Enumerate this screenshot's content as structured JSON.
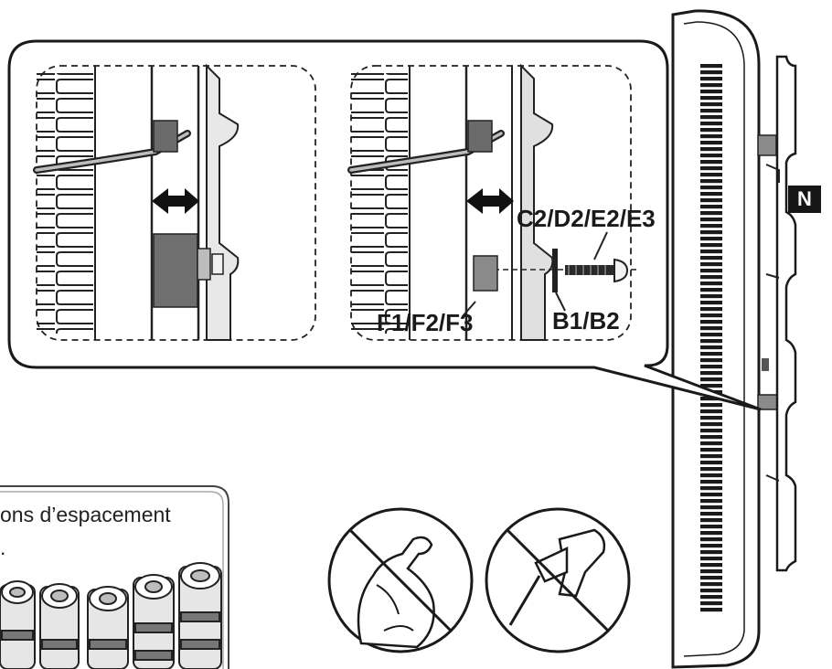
{
  "labels": {
    "screw_parts": "C2/D2/E2/E3",
    "spacer_parts": "F1/F2/F3",
    "washer_parts": "B1/B2",
    "badge": "N"
  },
  "spacer_box": {
    "title": "ons d’espacement",
    "subtitle": "."
  },
  "warnings": [
    {
      "icon": "no-excessive-force-icon"
    },
    {
      "icon": "no-power-drill-icon"
    }
  ]
}
